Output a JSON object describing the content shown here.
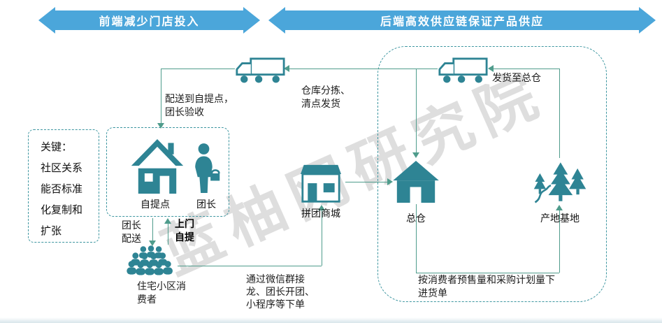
{
  "watermark": "蓝柚网研究院",
  "banners": {
    "front": "前端减少门店投入",
    "back": "后端高效供应链保证产品供应"
  },
  "key_box": {
    "lines": [
      "关键：",
      "社区关系",
      "能否标准",
      "化复制和",
      "扩张"
    ]
  },
  "nodes": {
    "pickup_point": "自提点",
    "leader": "团长",
    "mall": "拼团商城",
    "warehouse": "总仓",
    "base": "产地基地",
    "consumers_lines": [
      "住宅小区消",
      "费者"
    ]
  },
  "flows": {
    "deliver_lines": [
      "配送到自提点，",
      "团长验收"
    ],
    "sorting_lines": [
      "仓库分拣、",
      "清点发货"
    ],
    "ship_to_warehouse": "发货至总仓",
    "leader_delivery_lines": [
      "团长",
      "配送"
    ],
    "self_pickup_lines": [
      "上门",
      "自提"
    ],
    "order_channel_lines": [
      "通过微信群接",
      "龙、团长开团、",
      "小程序等下单"
    ],
    "purchase_order_lines": [
      "按消费者预售量和采购计划量下",
      "进货单"
    ]
  },
  "icons": {
    "truck_left": "delivery-truck",
    "truck_right": "delivery-truck",
    "pickup_house": "house-with-chimney",
    "leader_person": "person-with-basket",
    "mall_store": "storefront",
    "warehouse_house": "warehouse-house",
    "base_trees": "pine-trees-with-path",
    "consumers_crowd": "crowd-of-people"
  },
  "colors": {
    "banner_blue": "#4BA6DA",
    "icon_teal": "#2E8494",
    "line_green": "#4F9C8C",
    "dash_teal": "#3D96A0"
  }
}
